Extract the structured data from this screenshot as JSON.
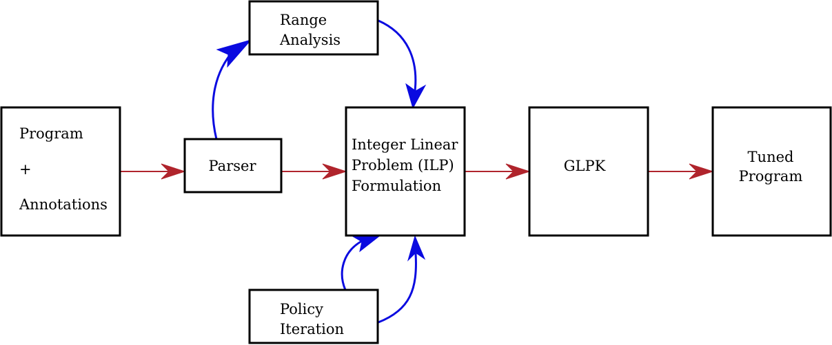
{
  "colors": {
    "primary_flow": "#b0242c",
    "auxiliary_flow": "#0a0ae0"
  },
  "nodes": {
    "program": {
      "line1": "Program",
      "line2": "+",
      "line3": "Annotations"
    },
    "parser": {
      "label": "Parser"
    },
    "range": {
      "line1": "Range",
      "line2": "Analysis"
    },
    "ilp": {
      "line1": "Integer Linear",
      "line2": "Problem (ILP)",
      "line3": "Formulation"
    },
    "glpk": {
      "label": "GLPK"
    },
    "tuned": {
      "line1": "Tuned",
      "line2": "Program"
    },
    "policy": {
      "line1": "Policy",
      "line2": "Iteration"
    }
  },
  "edges": [
    {
      "from": "Program + Annotations",
      "to": "Parser",
      "style": "primary"
    },
    {
      "from": "Parser",
      "to": "Integer Linear Problem (ILP) Formulation",
      "style": "primary"
    },
    {
      "from": "Integer Linear Problem (ILP) Formulation",
      "to": "GLPK",
      "style": "primary"
    },
    {
      "from": "GLPK",
      "to": "Tuned Program",
      "style": "primary"
    },
    {
      "from": "Parser",
      "to": "Range Analysis",
      "style": "auxiliary"
    },
    {
      "from": "Range Analysis",
      "to": "Integer Linear Problem (ILP) Formulation",
      "style": "auxiliary"
    },
    {
      "from": "Policy Iteration",
      "to": "Integer Linear Problem (ILP) Formulation",
      "style": "auxiliary"
    },
    {
      "from": "Policy Iteration",
      "to": "Integer Linear Problem (ILP) Formulation",
      "style": "auxiliary"
    }
  ]
}
